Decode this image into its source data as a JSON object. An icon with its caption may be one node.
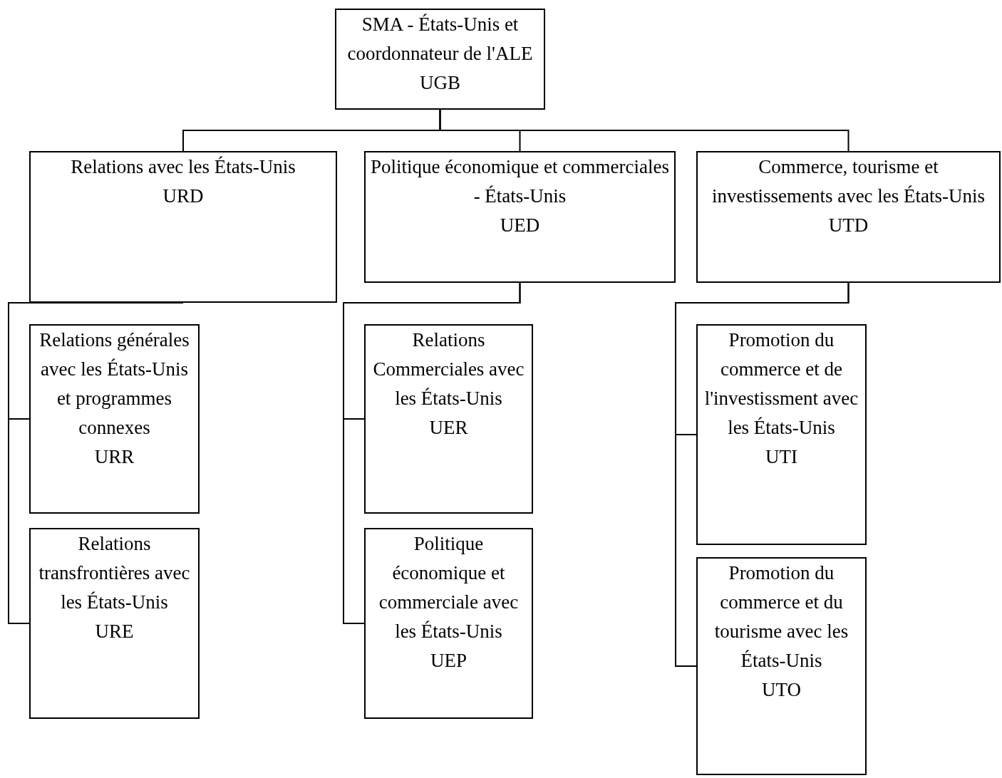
{
  "diagram": {
    "nodes": [
      {
        "text": [
          "SMA - États-Unis et coordonnateur de l'ALE",
          "UGB"
        ]
      },
      {
        "text": [
          "Relations avec les États-Unis",
          "URD"
        ]
      },
      {
        "text": [
          "Politique économique et commerciales - États-Unis",
          "UED"
        ]
      },
      {
        "text": [
          "Commerce, tourisme et investissements avec les États-Unis",
          "UTD"
        ]
      },
      {
        "text": [
          "Relations générales avec les États-Unis et programmes connexes",
          "URR"
        ]
      },
      {
        "text": [
          "Relations transfrontières avec les États-Unis",
          "URE"
        ]
      },
      {
        "text": [
          "Relations Commerciales avec les États-Unis",
          "UER"
        ]
      },
      {
        "text": [
          "Politique économique et commerciale avec les États-Unis",
          "UEP"
        ]
      },
      {
        "text": [
          "Promotion du commerce et de l'investissment avec les États-Unis",
          "UTI"
        ]
      },
      {
        "text": [
          "Promotion du commerce et du tourisme avec les États-Unis",
          "UTO"
        ]
      }
    ],
    "edges": [
      {
        "from": 0,
        "to": 1,
        "arrow": "none"
      },
      {
        "from": 0,
        "to": 2,
        "arrow": "none"
      },
      {
        "from": 0,
        "to": 3,
        "arrow": "none"
      },
      {
        "from": 1,
        "to": 4,
        "arrow": "none"
      },
      {
        "from": 1,
        "to": 5,
        "arrow": "none"
      },
      {
        "from": 2,
        "to": 6,
        "arrow": "none"
      },
      {
        "from": 2,
        "to": 7,
        "arrow": "none"
      },
      {
        "from": 3,
        "to": 8,
        "arrow": "none"
      },
      {
        "from": 3,
        "to": 9,
        "arrow": "none"
      }
    ]
  }
}
